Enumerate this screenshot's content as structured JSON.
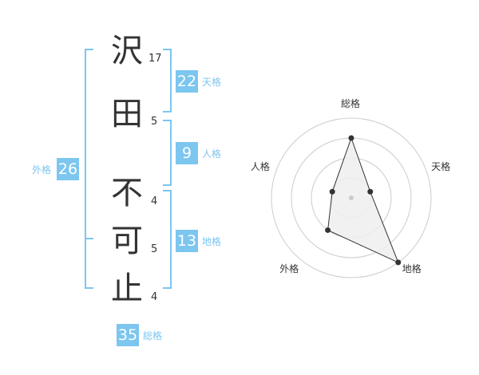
{
  "name": {
    "chars": [
      {
        "char": "沢",
        "strokes": "17"
      },
      {
        "char": "田",
        "strokes": "5"
      },
      {
        "char": "不",
        "strokes": "4"
      },
      {
        "char": "可",
        "strokes": "5"
      },
      {
        "char": "止",
        "strokes": "4"
      }
    ]
  },
  "fortunes": {
    "tenkaku": {
      "value": "22",
      "label": "天格"
    },
    "jinkaku": {
      "value": "9",
      "label": "人格"
    },
    "chikaku": {
      "value": "13",
      "label": "地格"
    },
    "gaikaku": {
      "value": "26",
      "label": "外格"
    },
    "soukaku": {
      "value": "35",
      "label": "総格"
    }
  },
  "colors": {
    "accent": "#7cc6f0",
    "text": "#333333",
    "grid": "#cccccc",
    "fill": "#eeeeee"
  },
  "chart_data": {
    "type": "radar",
    "axes": [
      "総格",
      "天格",
      "地格",
      "外格",
      "人格"
    ],
    "series": [
      {
        "values": [
          3,
          1,
          4,
          2,
          1
        ]
      }
    ],
    "rmax": 4,
    "rings": 4
  }
}
